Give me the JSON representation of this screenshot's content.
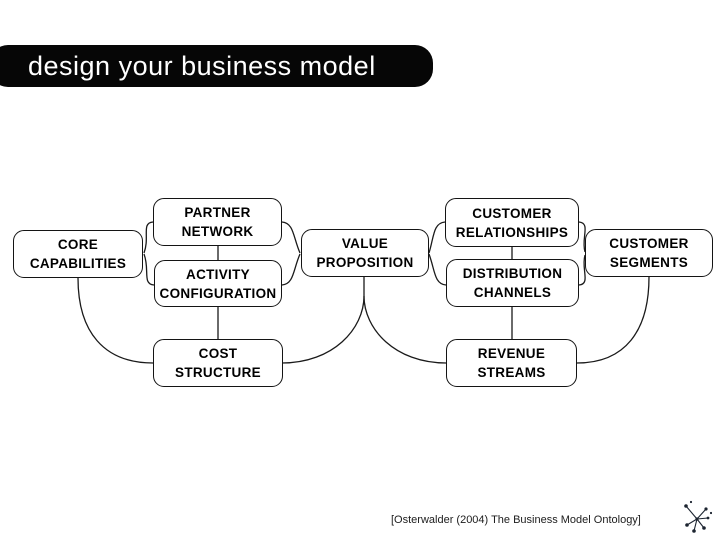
{
  "slide": {
    "title": "design your business model",
    "citation": "[Osterwalder (2004) The Business Model Ontology]"
  },
  "diagram": {
    "boxes": {
      "core_capabilities": {
        "label": "CORE\nCAPABILITIES"
      },
      "partner_network": {
        "label": "PARTNER\nNETWORK"
      },
      "activity_configuration": {
        "label": "ACTIVITY\nCONFIGURATION"
      },
      "value_proposition": {
        "label": "VALUE\nPROPOSITION"
      },
      "customer_relationships": {
        "label": "CUSTOMER\nRELATIONSHIPS"
      },
      "distribution_channels": {
        "label": "DISTRIBUTION\nCHANNELS"
      },
      "customer_segments": {
        "label": "CUSTOMER\nSEGMENTS"
      },
      "cost_structure": {
        "label": "COST\nSTRUCTURE"
      },
      "revenue_streams": {
        "label": "REVENUE\nSTREAMS"
      }
    }
  },
  "icons": {
    "footer_icon": "network-scatter-icon"
  },
  "colors": {
    "background": "#ffffff",
    "banner_bg": "#060606",
    "banner_text": "#ffffff",
    "box_border": "#141414",
    "box_text": "#000000",
    "connector": "#1a1a1a",
    "icon": "#1c2430"
  }
}
